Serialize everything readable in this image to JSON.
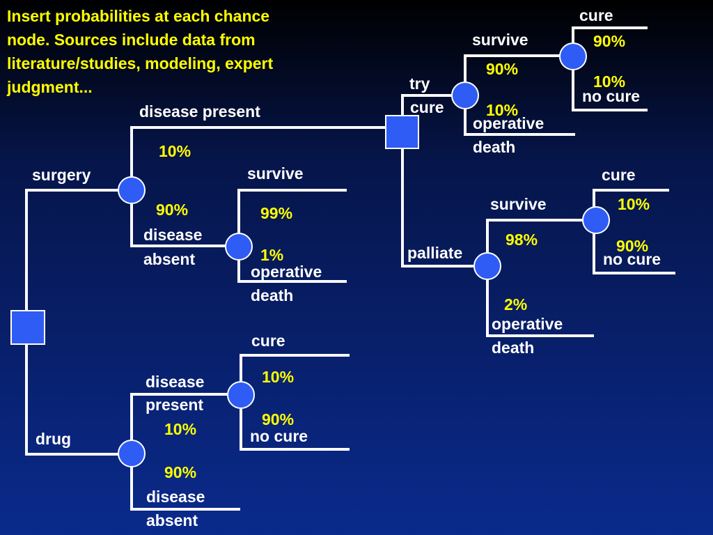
{
  "intro": {
    "line1": "Insert probabilities at each chance",
    "line2": "node.  Sources include data from",
    "line3": "literature/studies, modeling, expert",
    "line4": "judgment..."
  },
  "colors": {
    "text": "#ffffff",
    "probability": "#ffff00",
    "node_fill": "#2e5cf5",
    "background": "#0a2a8c"
  },
  "surgery": {
    "label": "surgery",
    "disease_present": {
      "label": "disease present",
      "prob": "10%"
    },
    "disease_absent": {
      "label_1": "disease",
      "label_2": "absent",
      "prob": "90%"
    },
    "survive": {
      "label": "survive",
      "prob": "99%"
    },
    "operative_death": {
      "label_1": "operative",
      "label_2": "death",
      "prob": "1%"
    }
  },
  "try_cure": {
    "label_1": "try",
    "label_2": "cure",
    "survive": {
      "label": "survive",
      "prob": "90%"
    },
    "operative_death": {
      "label_1": "operative",
      "label_2": "death",
      "prob": "10%"
    },
    "cure": {
      "label": "cure",
      "prob": "90%"
    },
    "no_cure": {
      "label": "no cure",
      "prob": "10%"
    }
  },
  "palliate": {
    "label": "palliate",
    "survive": {
      "label": "survive",
      "prob": "98%"
    },
    "operative_death": {
      "label_1": "operative",
      "label_2": "death",
      "prob": "2%"
    },
    "cure": {
      "label": "cure",
      "prob": "10%"
    },
    "no_cure": {
      "label": "no cure",
      "prob": "90%"
    }
  },
  "drug": {
    "label": "drug",
    "disease_present": {
      "label_1": "disease",
      "label_2": "present",
      "prob": "10%"
    },
    "disease_absent": {
      "label_1": "disease",
      "label_2": "absent",
      "prob": "90%"
    },
    "cure": {
      "label": "cure",
      "prob": "10%"
    },
    "no_cure": {
      "label": "no cure",
      "prob": "90%"
    }
  }
}
